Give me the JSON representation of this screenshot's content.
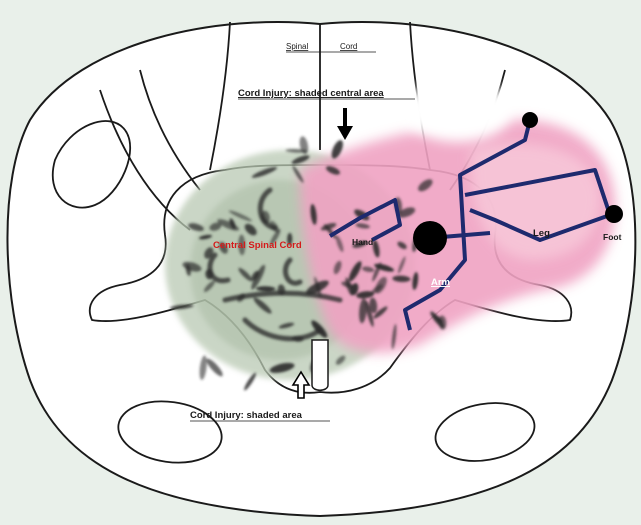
{
  "labels": {
    "title_part1": "Spinal",
    "title_part2": "Cord",
    "injury_central": "Cord Injury: shaded central area",
    "injury_shaded": "Cord Injury: shaded area",
    "central_spinal_cord": "Central Spinal Cord",
    "hand": "Hand",
    "arm": "Arm",
    "leg": "Leg",
    "foot": "Foot"
  },
  "colors": {
    "background": "#e9f0ea",
    "outline": "#1a1a1a",
    "central_shading": "#b9c9b3",
    "lesion_marks": "#2a2a2a",
    "injury_pink": "#f0a3c3",
    "injury_pink_light": "#f7c6d8",
    "pathway_navy": "#1e2a6e",
    "central_label": "#d51a1a",
    "arm_label": "#ffffff"
  },
  "icons": {
    "arrow_down": "arrow-down-icon",
    "arrow_up": "arrow-up-icon"
  }
}
